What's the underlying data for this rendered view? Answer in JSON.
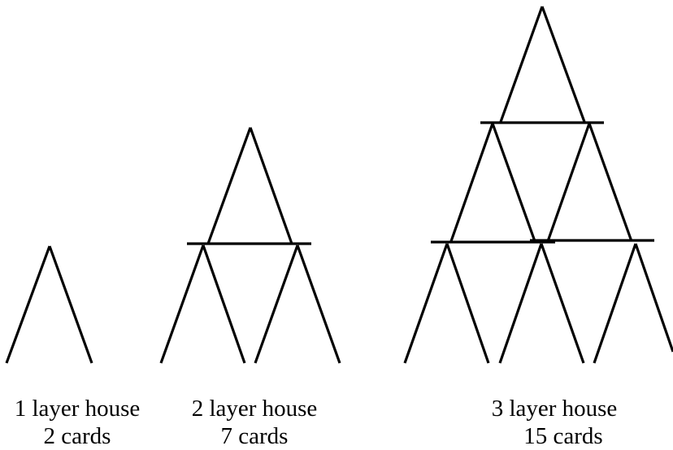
{
  "houses": [
    {
      "layers_text": "1 layer house",
      "cards_text": "2 cards"
    },
    {
      "layers_text": "2 layer house",
      "cards_text": "7 cards"
    },
    {
      "layers_text": "3 layer house",
      "cards_text": "15 cards"
    }
  ]
}
